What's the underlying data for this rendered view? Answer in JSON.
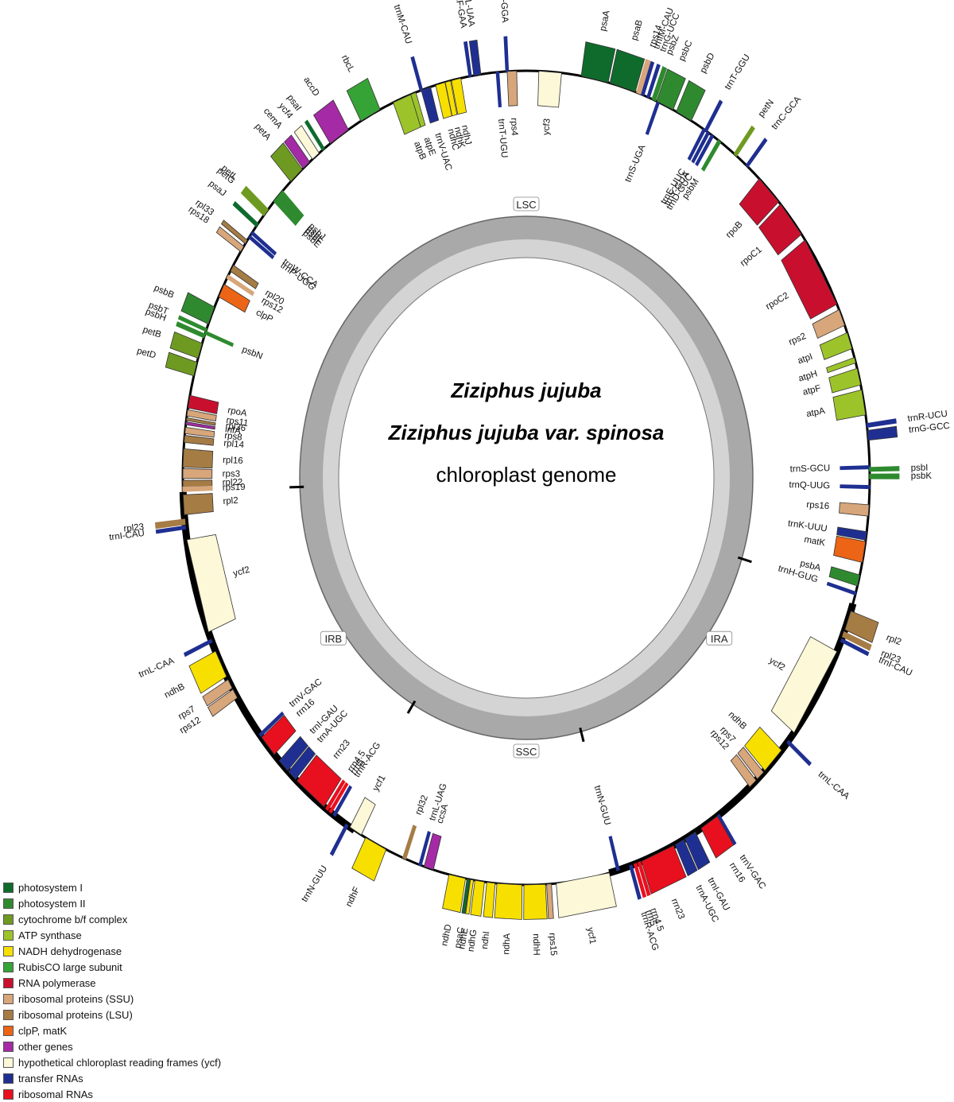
{
  "title": {
    "species1": "Ziziphus jujuba",
    "species2": "Ziziphus jujuba var. spinosa",
    "subtitle": "chloroplast genome"
  },
  "regions": [
    {
      "name": "LSC",
      "angle": 0
    },
    {
      "name": "IRA",
      "angle": 126
    },
    {
      "name": "SSC",
      "angle": 180
    },
    {
      "name": "IRB",
      "angle": 234
    }
  ],
  "categories": [
    {
      "id": "ps1",
      "name": "photosystem I",
      "color": "#0e6b2c"
    },
    {
      "id": "ps2",
      "name": "photosystem II",
      "color": "#2f8a2f"
    },
    {
      "id": "cytb",
      "name": "cytochrome b/f complex",
      "color": "#6f9a22"
    },
    {
      "id": "atp",
      "name": "ATP synthase",
      "color": "#9cc42a"
    },
    {
      "id": "ndh",
      "name": "NADH dehydrogenase",
      "color": "#f7e000"
    },
    {
      "id": "rbc",
      "name": "RubisCO large subunit",
      "color": "#36a336"
    },
    {
      "id": "rpo",
      "name": "RNA polymerase",
      "color": "#c8102e"
    },
    {
      "id": "ssu",
      "name": "ribosomal proteins (SSU)",
      "color": "#d7a67a"
    },
    {
      "id": "lsu",
      "name": "ribosomal proteins (LSU)",
      "color": "#a67c45"
    },
    {
      "id": "clp",
      "name": "clpP, matK",
      "color": "#ec6415"
    },
    {
      "id": "oth",
      "name": "other genes",
      "color": "#a52aa5"
    },
    {
      "id": "ycf",
      "name": "hypothetical chloroplast reading frames (ycf)",
      "color": "#fdf8d8"
    },
    {
      "id": "trna",
      "name": "transfer RNAs",
      "color": "#1f2f91"
    },
    {
      "id": "rrna",
      "name": "ribosomal RNAs",
      "color": "#e8101e"
    }
  ],
  "genes": [
    {
      "name": "psaA",
      "cat": "ps1",
      "a": 11.5,
      "w": 4.6,
      "side": "out"
    },
    {
      "name": "psaB",
      "cat": "ps1",
      "a": 16.3,
      "w": 4.4,
      "side": "out"
    },
    {
      "name": "rps14",
      "cat": "ssu",
      "a": 19.1,
      "w": 0.7,
      "side": "out",
      "line": true
    },
    {
      "name": "trnfM-CAU",
      "cat": "trna",
      "a": 19.8,
      "w": 0.4,
      "side": "out",
      "line": true
    },
    {
      "name": "trnS-UGA",
      "cat": "trna",
      "a": 22.6,
      "w": 0.4,
      "side": "in",
      "line": true
    },
    {
      "name": "trnG-UCC",
      "cat": "trna",
      "a": 20.8,
      "w": 0.4,
      "side": "out",
      "line": true
    },
    {
      "name": "psbZ",
      "cat": "ps2",
      "a": 21.8,
      "w": 0.6,
      "side": "out",
      "line": true
    },
    {
      "name": "psbC",
      "cat": "ps2",
      "a": 23.8,
      "w": 3.0,
      "side": "out"
    },
    {
      "name": "psbD",
      "cat": "ps2",
      "a": 27.3,
      "w": 2.8,
      "side": "out"
    },
    {
      "name": "trnT-GGU",
      "cat": "trna",
      "a": 31.5,
      "w": 0.4,
      "side": "out",
      "line": true
    },
    {
      "name": "trnE-UUC",
      "cat": "trna",
      "a": 31.2,
      "w": 0.4,
      "side": "in",
      "line": true
    },
    {
      "name": "trnY-GUA",
      "cat": "trna",
      "a": 32.0,
      "w": 0.4,
      "side": "in",
      "line": true
    },
    {
      "name": "trnD-GUC",
      "cat": "trna",
      "a": 32.8,
      "w": 0.4,
      "side": "in",
      "line": true
    },
    {
      "name": "psbM",
      "cat": "ps2",
      "a": 34.2,
      "w": 0.5,
      "side": "in",
      "line": true
    },
    {
      "name": "petN",
      "cat": "cytb",
      "a": 37.5,
      "w": 0.5,
      "side": "out",
      "line": true
    },
    {
      "name": "trnC-GCA",
      "cat": "trna",
      "a": 40.0,
      "w": 0.4,
      "side": "out",
      "line": true
    },
    {
      "name": "rpoB",
      "cat": "rpo",
      "a": 45.0,
      "w": 4.6,
      "side": "in"
    },
    {
      "name": "rpoC1",
      "cat": "rpo",
      "a": 50.5,
      "w": 5.5,
      "side": "in"
    },
    {
      "name": "rpoC2",
      "cat": "rpo",
      "a": 59.5,
      "w": 10.5,
      "side": "in"
    },
    {
      "name": "rps2",
      "cat": "ssu",
      "a": 66.8,
      "w": 2.4,
      "side": "in"
    },
    {
      "name": "atpI",
      "cat": "atp",
      "a": 70.3,
      "w": 2.4,
      "side": "in"
    },
    {
      "name": "atpH",
      "cat": "atp",
      "a": 73.2,
      "w": 0.8,
      "side": "in"
    },
    {
      "name": "atpF",
      "cat": "atp",
      "a": 75.6,
      "w": 2.4,
      "side": "in"
    },
    {
      "name": "atpA",
      "cat": "atp",
      "a": 79.3,
      "w": 3.6,
      "side": "in"
    },
    {
      "name": "trnR-UCU",
      "cat": "trna",
      "a": 82.6,
      "w": 0.5,
      "side": "out",
      "line": true
    },
    {
      "name": "trnG-GCC",
      "cat": "trna",
      "a": 84.0,
      "w": 1.4,
      "side": "out"
    },
    {
      "name": "trnS-GCU",
      "cat": "trna",
      "a": 88.5,
      "w": 0.4,
      "side": "in",
      "line": true
    },
    {
      "name": "psbI",
      "cat": "ps2",
      "a": 88.8,
      "w": 0.5,
      "side": "out",
      "line": true
    },
    {
      "name": "psbK",
      "cat": "ps2",
      "a": 89.8,
      "w": 0.6,
      "side": "out",
      "line": true
    },
    {
      "name": "trnQ-UUG",
      "cat": "trna",
      "a": 91.3,
      "w": 0.4,
      "side": "in",
      "line": true
    },
    {
      "name": "rps16",
      "cat": "ssu",
      "a": 94.6,
      "w": 1.6,
      "side": "in"
    },
    {
      "name": "trnK-UUU",
      "cat": "trna",
      "a": 98.2,
      "w": 1.2,
      "side": "in"
    },
    {
      "name": "matK",
      "cat": "clp",
      "a": 100.5,
      "w": 3.0,
      "side": "in"
    },
    {
      "name": "psbA",
      "cat": "ps2",
      "a": 104.6,
      "w": 1.6,
      "side": "in"
    },
    {
      "name": "trnH-GUG",
      "cat": "trna",
      "a": 106.5,
      "w": 0.4,
      "side": "in",
      "line": true
    },
    {
      "name": "rpl2",
      "cat": "lsu",
      "a": 110.5,
      "w": 2.8,
      "side": "out"
    },
    {
      "name": "rpl23",
      "cat": "lsu",
      "a": 112.6,
      "w": 0.7,
      "side": "out",
      "line": true
    },
    {
      "name": "trnI-CAU",
      "cat": "trna",
      "a": 113.5,
      "w": 0.4,
      "side": "out",
      "line": true
    },
    {
      "name": "ycf2",
      "cat": "ycf",
      "a": 122.0,
      "w": 13.5,
      "side": "in"
    },
    {
      "name": "trnL-CAA",
      "cat": "trna",
      "a": 130.4,
      "w": 0.4,
      "side": "out",
      "line": true
    },
    {
      "name": "ndhB",
      "cat": "ndh",
      "a": 134.0,
      "w": 4.0,
      "side": "in"
    },
    {
      "name": "rps7",
      "cat": "ssu",
      "a": 137.0,
      "w": 1.4,
      "side": "in"
    },
    {
      "name": "rps12",
      "cat": "ssu",
      "a": 138.7,
      "w": 1.4,
      "side": "in"
    },
    {
      "name": "trnV-GAC",
      "cat": "trna",
      "a": 146.0,
      "w": 0.4,
      "side": "out",
      "line": true
    },
    {
      "name": "rrn16",
      "cat": "rrna",
      "a": 147.8,
      "w": 3.2,
      "side": "out"
    },
    {
      "name": "trnI-GAU",
      "cat": "trna",
      "a": 151.5,
      "w": 2.0,
      "side": "out"
    },
    {
      "name": "trnA-UGC",
      "cat": "trna",
      "a": 153.5,
      "w": 1.6,
      "side": "out"
    },
    {
      "name": "rrn23",
      "cat": "rrna",
      "a": 157.5,
      "w": 5.8,
      "side": "out"
    },
    {
      "name": "rrn4.5",
      "cat": "rrna",
      "a": 160.8,
      "w": 0.4,
      "side": "out",
      "line": true
    },
    {
      "name": "rrn5",
      "cat": "rrna",
      "a": 161.5,
      "w": 0.4,
      "side": "out",
      "line": true
    },
    {
      "name": "trnR-ACG",
      "cat": "trna",
      "a": 162.3,
      "w": 0.4,
      "side": "out",
      "line": true
    },
    {
      "name": "trnN-GUU",
      "cat": "trna",
      "a": 164.5,
      "w": 0.4,
      "side": "in",
      "line": true
    },
    {
      "name": "ycf1",
      "cat": "ycf",
      "a": 170.5,
      "w": 9.0,
      "side": "out"
    },
    {
      "name": "rps15",
      "cat": "ssu",
      "a": 176.2,
      "w": 0.8,
      "side": "out"
    },
    {
      "name": "ndhH",
      "cat": "ndh",
      "a": 178.6,
      "w": 3.6,
      "side": "out"
    },
    {
      "name": "ndhA",
      "cat": "ndh",
      "a": 182.8,
      "w": 4.2,
      "side": "out"
    },
    {
      "name": "ndhI",
      "cat": "ndh",
      "a": 185.9,
      "w": 1.4,
      "side": "out"
    },
    {
      "name": "ndhG",
      "cat": "ndh",
      "a": 187.8,
      "w": 1.6,
      "side": "out"
    },
    {
      "name": "ndhE",
      "cat": "ndh",
      "a": 189.1,
      "w": 0.5,
      "side": "out"
    },
    {
      "name": "psaC",
      "cat": "ps1",
      "a": 189.7,
      "w": 0.5,
      "side": "out"
    },
    {
      "name": "ndhD",
      "cat": "ndh",
      "a": 191.6,
      "w": 2.8,
      "side": "out"
    },
    {
      "name": "ccsA",
      "cat": "oth",
      "a": 196.5,
      "w": 1.6,
      "side": "in"
    },
    {
      "name": "trnL-UAG",
      "cat": "trna",
      "a": 198.0,
      "w": 0.4,
      "side": "in",
      "line": true
    },
    {
      "name": "rpl32",
      "cat": "lsu",
      "a": 200.8,
      "w": 0.5,
      "side": "in",
      "line": true
    },
    {
      "name": "ndhF",
      "cat": "ndh",
      "a": 206.0,
      "w": 3.8,
      "side": "out"
    },
    {
      "name": "ycf1",
      "cat": "ycf",
      "a": 209.8,
      "w": 2.2,
      "side": "in"
    },
    {
      "name": "trnN-GUU",
      "cat": "trna",
      "a": 211.5,
      "w": 0.4,
      "side": "out",
      "line": true
    },
    {
      "name": "trnR-ACG",
      "cat": "trna",
      "a": 214.0,
      "w": 0.4,
      "side": "in",
      "line": true
    },
    {
      "name": "rrn5",
      "cat": "rrna",
      "a": 214.8,
      "w": 0.4,
      "side": "in",
      "line": true
    },
    {
      "name": "rrn4.5",
      "cat": "rrna",
      "a": 215.5,
      "w": 0.4,
      "side": "in",
      "line": true
    },
    {
      "name": "rrn23",
      "cat": "rrna",
      "a": 219.0,
      "w": 5.8,
      "side": "in"
    },
    {
      "name": "trnA-UGC",
      "cat": "trna",
      "a": 223.0,
      "w": 1.6,
      "side": "in"
    },
    {
      "name": "trnI-GAU",
      "cat": "trna",
      "a": 225.0,
      "w": 2.0,
      "side": "in"
    },
    {
      "name": "rrn16",
      "cat": "rrna",
      "a": 228.8,
      "w": 3.2,
      "side": "in"
    },
    {
      "name": "trnV-GAC",
      "cat": "trna",
      "a": 230.8,
      "w": 0.4,
      "side": "in",
      "line": true
    },
    {
      "name": "rps12",
      "cat": "ssu",
      "a": 238.0,
      "w": 1.4,
      "side": "out"
    },
    {
      "name": "rps7",
      "cat": "ssu",
      "a": 239.6,
      "w": 1.4,
      "side": "out"
    },
    {
      "name": "ndhB",
      "cat": "ndh",
      "a": 242.8,
      "w": 4.0,
      "side": "out"
    },
    {
      "name": "trnL-CAA",
      "cat": "trna",
      "a": 246.4,
      "w": 0.4,
      "side": "out",
      "line": true
    },
    {
      "name": "ycf2",
      "cat": "ycf",
      "a": 254.5,
      "w": 13.5,
      "side": "in"
    },
    {
      "name": "trnI-CAU",
      "cat": "trna",
      "a": 263.0,
      "w": 0.4,
      "side": "out",
      "line": true
    },
    {
      "name": "rpl23",
      "cat": "lsu",
      "a": 263.8,
      "w": 0.7,
      "side": "out",
      "line": true
    },
    {
      "name": "rpl2",
      "cat": "lsu",
      "a": 266.2,
      "w": 2.8,
      "side": "in"
    },
    {
      "name": "rpl22",
      "cat": "lsu",
      "a": 269.2,
      "w": 0.9,
      "side": "in"
    },
    {
      "name": "rps19",
      "cat": "ssu",
      "a": 268.4,
      "w": 0.6,
      "side": "in",
      "line": true
    },
    {
      "name": "rps3",
      "cat": "ssu",
      "a": 270.6,
      "w": 1.4,
      "side": "in"
    },
    {
      "name": "rpl16",
      "cat": "lsu",
      "a": 272.8,
      "w": 2.6,
      "side": "in"
    },
    {
      "name": "rpl14",
      "cat": "lsu",
      "a": 275.5,
      "w": 1.0,
      "side": "in"
    },
    {
      "name": "rps8",
      "cat": "ssu",
      "a": 276.7,
      "w": 0.9,
      "side": "in"
    },
    {
      "name": "infA",
      "cat": "oth",
      "a": 277.7,
      "w": 0.4,
      "side": "in"
    },
    {
      "name": "rpl36",
      "cat": "lsu",
      "a": 278.3,
      "w": 0.4,
      "side": "in"
    },
    {
      "name": "rps11",
      "cat": "ssu",
      "a": 279.2,
      "w": 0.9,
      "side": "in"
    },
    {
      "name": "rpoA",
      "cat": "rpo",
      "a": 280.8,
      "w": 1.8,
      "side": "in"
    },
    {
      "name": "petD",
      "cat": "cytb",
      "a": 285.5,
      "w": 2.0,
      "side": "out"
    },
    {
      "name": "petB",
      "cat": "cytb",
      "a": 288.2,
      "w": 2.2,
      "side": "out"
    },
    {
      "name": "psbH",
      "cat": "ps2",
      "a": 290.4,
      "w": 0.5,
      "side": "out",
      "line": true
    },
    {
      "name": "psbN",
      "cat": "ps2",
      "a": 290.9,
      "w": 0.4,
      "side": "in",
      "line": true
    },
    {
      "name": "psbT",
      "cat": "ps2",
      "a": 291.3,
      "w": 0.4,
      "side": "out",
      "line": true
    },
    {
      "name": "psbB",
      "cat": "ps2",
      "a": 293.5,
      "w": 2.6,
      "side": "out"
    },
    {
      "name": "clpP",
      "cat": "clp",
      "a": 297.4,
      "w": 2.0,
      "side": "in"
    },
    {
      "name": "rps12",
      "cat": "ssu",
      "a": 299.6,
      "w": 0.5,
      "side": "in",
      "line": true
    },
    {
      "name": "rpl20",
      "cat": "lsu",
      "a": 301.0,
      "w": 1.0,
      "side": "in"
    },
    {
      "name": "rps18",
      "cat": "ssu",
      "a": 304.2,
      "w": 0.9,
      "side": "out"
    },
    {
      "name": "rpl33",
      "cat": "lsu",
      "a": 305.4,
      "w": 0.6,
      "side": "out"
    },
    {
      "name": "trnP-UGG",
      "cat": "trna",
      "a": 306.3,
      "w": 0.4,
      "side": "in",
      "line": true
    },
    {
      "name": "trnW-CCA",
      "cat": "trna",
      "a": 307.0,
      "w": 0.4,
      "side": "in",
      "line": true
    },
    {
      "name": "psaJ",
      "cat": "ps1",
      "a": 308.4,
      "w": 0.5,
      "side": "out",
      "line": true
    },
    {
      "name": "petG",
      "cat": "cytb",
      "a": 310.4,
      "w": 0.5,
      "side": "out",
      "line": true
    },
    {
      "name": "petL",
      "cat": "cytb",
      "a": 311.0,
      "w": 0.5,
      "side": "out",
      "line": true
    },
    {
      "name": "psbE",
      "cat": "ps2",
      "a": 313.0,
      "w": 0.5,
      "side": "in",
      "line": true
    },
    {
      "name": "psbF",
      "cat": "ps2",
      "a": 313.6,
      "w": 0.4,
      "side": "in",
      "line": true
    },
    {
      "name": "psbL",
      "cat": "ps2",
      "a": 314.1,
      "w": 0.4,
      "side": "in",
      "line": true
    },
    {
      "name": "psbJ",
      "cat": "ps2",
      "a": 314.6,
      "w": 0.4,
      "side": "in",
      "line": true
    },
    {
      "name": "petA",
      "cat": "cytb",
      "a": 318.0,
      "w": 2.6,
      "side": "out"
    },
    {
      "name": "cemA",
      "cat": "oth",
      "a": 320.2,
      "w": 1.4,
      "side": "out"
    },
    {
      "name": "ycf4",
      "cat": "ycf",
      "a": 322.2,
      "w": 1.4,
      "side": "out"
    },
    {
      "name": "psaI",
      "cat": "ps1",
      "a": 323.8,
      "w": 0.4,
      "side": "out",
      "line": true
    },
    {
      "name": "accD",
      "cat": "oth",
      "a": 327.0,
      "w": 3.6,
      "side": "out"
    },
    {
      "name": "rbcL",
      "cat": "rbc",
      "a": 333.0,
      "w": 3.6,
      "side": "out"
    },
    {
      "name": "atpB",
      "cat": "atp",
      "a": 338.8,
      "w": 3.2,
      "side": "in"
    },
    {
      "name": "atpE",
      "cat": "atp",
      "a": 340.8,
      "w": 0.9,
      "side": "in"
    },
    {
      "name": "trnM-CAU",
      "cat": "trna",
      "a": 342.2,
      "w": 0.4,
      "side": "out",
      "line": true
    },
    {
      "name": "trnV-UAC",
      "cat": "trna",
      "a": 343.0,
      "w": 1.6,
      "side": "in"
    },
    {
      "name": "ndhC",
      "cat": "ndh",
      "a": 345.5,
      "w": 1.6,
      "side": "in"
    },
    {
      "name": "ndhK",
      "cat": "ndh",
      "a": 346.8,
      "w": 0.9,
      "side": "in"
    },
    {
      "name": "ndhJ",
      "cat": "ndh",
      "a": 348.2,
      "w": 1.6,
      "side": "in"
    },
    {
      "name": "trnF-GAA",
      "cat": "trna",
      "a": 350.6,
      "w": 0.4,
      "side": "out",
      "line": true
    },
    {
      "name": "trnL-UAA",
      "cat": "trna",
      "a": 351.8,
      "w": 1.2,
      "side": "out"
    },
    {
      "name": "trnT-UGU",
      "cat": "trna",
      "a": 355.2,
      "w": 0.4,
      "side": "in",
      "line": true
    },
    {
      "name": "trnS-GGA",
      "cat": "trna",
      "a": 356.8,
      "w": 0.4,
      "side": "out",
      "line": true
    },
    {
      "name": "rps4",
      "cat": "ssu",
      "a": 357.6,
      "w": 1.6,
      "side": "in"
    },
    {
      "name": "ycf3",
      "cat": "ycf",
      "a": 4.0,
      "w": 3.8,
      "side": "in"
    }
  ]
}
